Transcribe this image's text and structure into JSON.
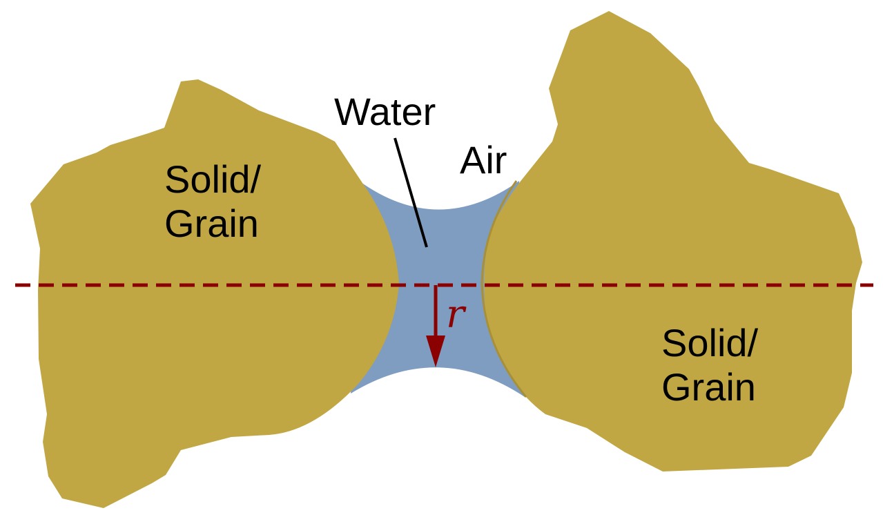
{
  "labels": {
    "left_grain_line1": "Solid/",
    "left_grain_line2": "Grain",
    "right_grain_line1": "Solid/",
    "right_grain_line2": "Grain",
    "water": "Water",
    "air": "Air",
    "radius": "r"
  },
  "colors": {
    "grain": "#C1A644",
    "grain_edge": "#A89038",
    "water": "#7F9CC1",
    "axis": "#8B0000",
    "text": "#000000",
    "background": "#FFFFFF"
  }
}
